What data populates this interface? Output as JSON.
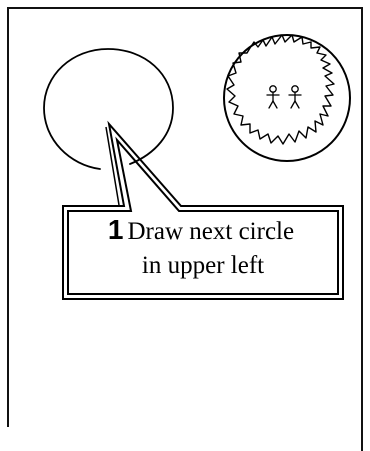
{
  "callout": {
    "step_number": "1",
    "line1": "Draw next circle",
    "line2": "in upper left"
  },
  "icons": {
    "empty_circle": "hand-drawn-circle-icon",
    "scalloped_circle": "scalloped-circle-with-figures-icon"
  },
  "colors": {
    "stroke": "#000000",
    "background": "#ffffff"
  }
}
